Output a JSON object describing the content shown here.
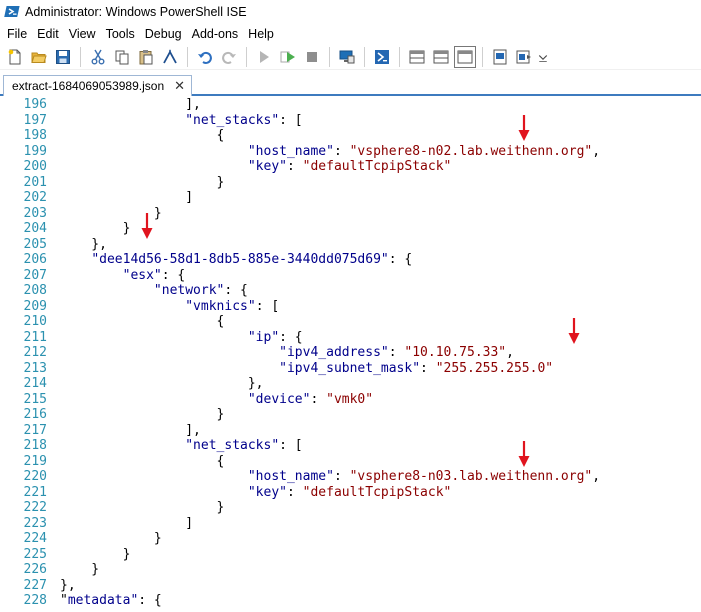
{
  "window": {
    "title": "Administrator: Windows PowerShell ISE"
  },
  "menu": [
    "File",
    "Edit",
    "View",
    "Tools",
    "Debug",
    "Add-ons",
    "Help"
  ],
  "toolbar": [
    "new-file-icon",
    "open-folder-icon",
    "save-icon",
    "sep",
    "cut-icon",
    "copy-icon",
    "paste-icon",
    "clear-console-icon",
    "sep",
    "undo-icon",
    "redo-icon",
    "sep",
    "run-icon",
    "run-selection-icon",
    "stop-icon",
    "sep",
    "remote-powershell-icon",
    "sep",
    "powershell-console-icon",
    "sep",
    "show-script-top-icon",
    "show-script-right-icon",
    "show-script-maximized-icon",
    "sep",
    "show-command-window-icon",
    "show-command-addon-icon"
  ],
  "tab": {
    "label": "extract-1684069053989.json",
    "close": "✕"
  },
  "colors": {
    "accent": "#3d7bbf",
    "line_number": "#2b91af",
    "key": "#00008b",
    "string": "#8b0000",
    "arrow": "#e0141e"
  },
  "lines": [
    {
      "n": "196",
      "parts": [
        {
          "t": "p",
          "v": "                ],"
        }
      ]
    },
    {
      "n": "197",
      "parts": [
        {
          "t": "p",
          "v": "                "
        },
        {
          "t": "k",
          "v": "\"net_stacks\""
        },
        {
          "t": "p",
          "v": ": ["
        }
      ]
    },
    {
      "n": "198",
      "parts": [
        {
          "t": "p",
          "v": "                    {"
        }
      ]
    },
    {
      "n": "199",
      "parts": [
        {
          "t": "p",
          "v": "                        "
        },
        {
          "t": "k",
          "v": "\"host_name\""
        },
        {
          "t": "p",
          "v": ": "
        },
        {
          "t": "s",
          "v": "\"vsphere8-n02.lab.weithenn.org\""
        },
        {
          "t": "p",
          "v": ","
        }
      ]
    },
    {
      "n": "200",
      "parts": [
        {
          "t": "p",
          "v": "                        "
        },
        {
          "t": "k",
          "v": "\"key\""
        },
        {
          "t": "p",
          "v": ": "
        },
        {
          "t": "s",
          "v": "\"defaultTcpipStack\""
        }
      ]
    },
    {
      "n": "201",
      "parts": [
        {
          "t": "p",
          "v": "                    }"
        }
      ]
    },
    {
      "n": "202",
      "parts": [
        {
          "t": "p",
          "v": "                ]"
        }
      ]
    },
    {
      "n": "203",
      "parts": [
        {
          "t": "p",
          "v": "            }"
        }
      ]
    },
    {
      "n": "204",
      "parts": [
        {
          "t": "p",
          "v": "        }"
        }
      ]
    },
    {
      "n": "205",
      "parts": [
        {
          "t": "p",
          "v": "    },"
        }
      ]
    },
    {
      "n": "206",
      "parts": [
        {
          "t": "p",
          "v": "    "
        },
        {
          "t": "k",
          "v": "\"dee14d56-58d1-8db5-885e-3440dd075d69\""
        },
        {
          "t": "p",
          "v": ": {"
        }
      ]
    },
    {
      "n": "207",
      "parts": [
        {
          "t": "p",
          "v": "        "
        },
        {
          "t": "k",
          "v": "\"esx\""
        },
        {
          "t": "p",
          "v": ": {"
        }
      ]
    },
    {
      "n": "208",
      "parts": [
        {
          "t": "p",
          "v": "            "
        },
        {
          "t": "k",
          "v": "\"network\""
        },
        {
          "t": "p",
          "v": ": {"
        }
      ]
    },
    {
      "n": "209",
      "parts": [
        {
          "t": "p",
          "v": "                "
        },
        {
          "t": "k",
          "v": "\"vmknics\""
        },
        {
          "t": "p",
          "v": ": ["
        }
      ]
    },
    {
      "n": "210",
      "parts": [
        {
          "t": "p",
          "v": "                    {"
        }
      ]
    },
    {
      "n": "211",
      "parts": [
        {
          "t": "p",
          "v": "                        "
        },
        {
          "t": "k",
          "v": "\"ip\""
        },
        {
          "t": "p",
          "v": ": {"
        }
      ]
    },
    {
      "n": "212",
      "parts": [
        {
          "t": "p",
          "v": "                            "
        },
        {
          "t": "k",
          "v": "\"ipv4_address\""
        },
        {
          "t": "p",
          "v": ": "
        },
        {
          "t": "s",
          "v": "\"10.10.75.33\""
        },
        {
          "t": "p",
          "v": ","
        }
      ]
    },
    {
      "n": "213",
      "parts": [
        {
          "t": "p",
          "v": "                            "
        },
        {
          "t": "k",
          "v": "\"ipv4_subnet_mask\""
        },
        {
          "t": "p",
          "v": ": "
        },
        {
          "t": "s",
          "v": "\"255.255.255.0\""
        }
      ]
    },
    {
      "n": "214",
      "parts": [
        {
          "t": "p",
          "v": "                        },"
        }
      ]
    },
    {
      "n": "215",
      "parts": [
        {
          "t": "p",
          "v": "                        "
        },
        {
          "t": "k",
          "v": "\"device\""
        },
        {
          "t": "p",
          "v": ": "
        },
        {
          "t": "s",
          "v": "\"vmk0\""
        }
      ]
    },
    {
      "n": "216",
      "parts": [
        {
          "t": "p",
          "v": "                    }"
        }
      ]
    },
    {
      "n": "217",
      "parts": [
        {
          "t": "p",
          "v": "                ],"
        }
      ]
    },
    {
      "n": "218",
      "parts": [
        {
          "t": "p",
          "v": "                "
        },
        {
          "t": "k",
          "v": "\"net_stacks\""
        },
        {
          "t": "p",
          "v": ": ["
        }
      ]
    },
    {
      "n": "219",
      "parts": [
        {
          "t": "p",
          "v": "                    {"
        }
      ]
    },
    {
      "n": "220",
      "parts": [
        {
          "t": "p",
          "v": "                        "
        },
        {
          "t": "k",
          "v": "\"host_name\""
        },
        {
          "t": "p",
          "v": ": "
        },
        {
          "t": "s",
          "v": "\"vsphere8-n03.lab.weithenn.org\""
        },
        {
          "t": "p",
          "v": ","
        }
      ]
    },
    {
      "n": "221",
      "parts": [
        {
          "t": "p",
          "v": "                        "
        },
        {
          "t": "k",
          "v": "\"key\""
        },
        {
          "t": "p",
          "v": ": "
        },
        {
          "t": "s",
          "v": "\"defaultTcpipStack\""
        }
      ]
    },
    {
      "n": "222",
      "parts": [
        {
          "t": "p",
          "v": "                    }"
        }
      ]
    },
    {
      "n": "223",
      "parts": [
        {
          "t": "p",
          "v": "                ]"
        }
      ]
    },
    {
      "n": "224",
      "parts": [
        {
          "t": "p",
          "v": "            }"
        }
      ]
    },
    {
      "n": "225",
      "parts": [
        {
          "t": "p",
          "v": "        }"
        }
      ]
    },
    {
      "n": "226",
      "parts": [
        {
          "t": "p",
          "v": "    }"
        }
      ]
    },
    {
      "n": "227",
      "parts": [
        {
          "t": "p",
          "v": "},"
        }
      ]
    },
    {
      "n": "228",
      "parts": [
        {
          "t": "p",
          "v": "\""
        },
        {
          "t": "k",
          "v": "metadata\""
        },
        {
          "t": "p",
          "v": ": {"
        }
      ]
    }
  ],
  "annotations": [
    "red-arrow-icon",
    "red-arrow-icon",
    "red-arrow-icon",
    "red-arrow-icon"
  ]
}
